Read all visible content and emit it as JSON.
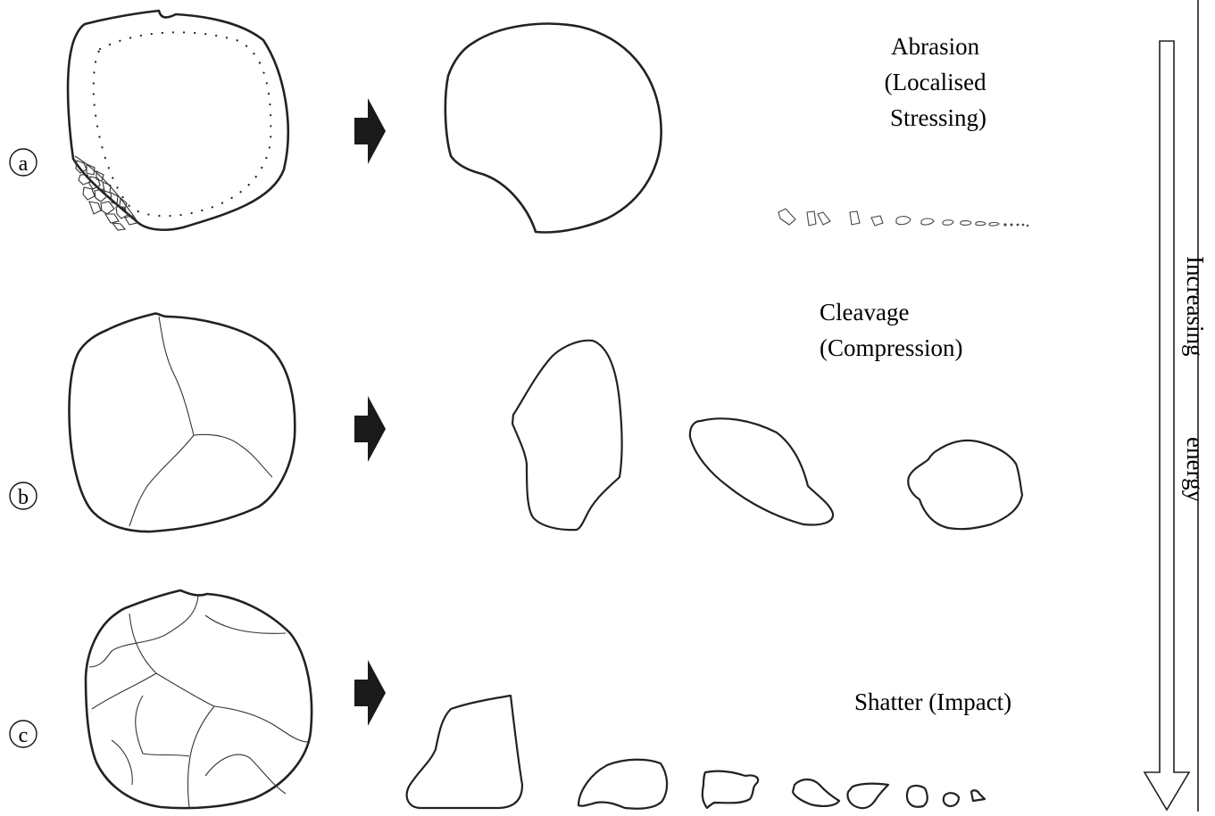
{
  "rows": [
    {
      "marker": "a",
      "label_lines": [
        "Abrasion",
        "(Localised",
        "Stressing)"
      ]
    },
    {
      "marker": "b",
      "label_lines": [
        "Cleavage",
        "(Compression)"
      ]
    },
    {
      "marker": "c",
      "label_lines": [
        "Shatter (Impact)"
      ]
    }
  ],
  "energy_axis": {
    "words": [
      "Increasing",
      "energy"
    ]
  },
  "colors": {
    "stroke": "#222222",
    "arrow_fill": "#1a1a1a",
    "background": "#ffffff"
  }
}
